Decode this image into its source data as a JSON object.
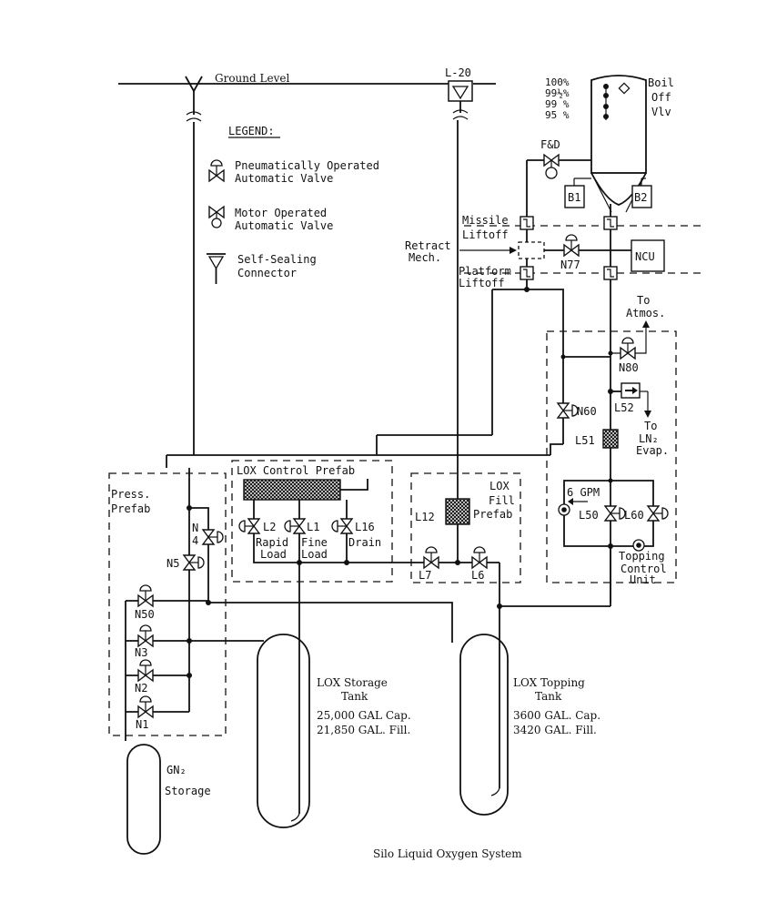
{
  "caption": "Silo Liquid Oxygen System",
  "ground_level": "Ground Level",
  "legend": {
    "title": "LEGEND:",
    "pneumatic_line1": "Pneumatically Operated",
    "pneumatic_line2": "Automatic Valve",
    "motor_line1": "Motor Operated",
    "motor_line2": "Automatic Valve",
    "connector_line1": "Self-Sealing",
    "connector_line2": "Connector"
  },
  "connector_l20": "L-20",
  "missile": {
    "levels": [
      "100%",
      "99½%",
      "99 %",
      "95 %"
    ],
    "boiloff_line1": "Boil",
    "boiloff_line2": "Off",
    "boiloff_line3": "Vlv",
    "b1": "B1",
    "b2": "B2",
    "fd": "F&D"
  },
  "liftoff": {
    "missile_line1": "Missile",
    "missile_line2": "Liftoff",
    "retract_line1": "Retract",
    "retract_line2": "Mech.",
    "platform_line1": "Platform",
    "platform_line2": "Liftoff"
  },
  "n77": "N77",
  "ncu": "NCU",
  "to_atmos_line1": "To",
  "to_atmos_line2": "Atmos.",
  "topping": {
    "n80": "N80",
    "l52": "L52",
    "to_ln2_line1": "To",
    "to_ln2_line2": "LN₂",
    "to_ln2_line3": "Evap.",
    "n60": "N60",
    "l51": "L51",
    "gpm": "6 GPM",
    "l50": "L50",
    "l60": "L60",
    "title_line1": "Topping",
    "title_line2": "Control",
    "title_line3": "Unit"
  },
  "lox_control": {
    "title": "LOX Control Prefab",
    "l2": "L2",
    "l1": "L1",
    "l16": "L16",
    "rapid_line1": "Rapid",
    "rapid_line2": "Load",
    "fine_line1": "Fine",
    "fine_line2": "Load",
    "drain": "Drain"
  },
  "lox_fill": {
    "title_line1": "LOX",
    "title_line2": "Fill",
    "title_line3": "Prefab",
    "l12": "L12",
    "l7": "L7",
    "l6": "L6"
  },
  "press_prefab": {
    "title_line1": "Press.",
    "title_line2": "Prefab",
    "n4_line1": "N",
    "n4_line2": "4",
    "n5": "N5",
    "n50": "N50",
    "n3": "N3",
    "n2": "N2",
    "n1": "N1"
  },
  "storage_tank": {
    "name_line1": "LOX Storage",
    "name_line2": "Tank",
    "cap": "25,000 GAL Cap.",
    "fill": "21,850 GAL. Fill."
  },
  "topping_tank": {
    "name_line1": "LOX Topping",
    "name_line2": "Tank",
    "cap": "3600  GAL. Cap.",
    "fill": "3420  GAL. Fill."
  },
  "gn2": {
    "line1": "GN₂",
    "line2": "Storage"
  }
}
